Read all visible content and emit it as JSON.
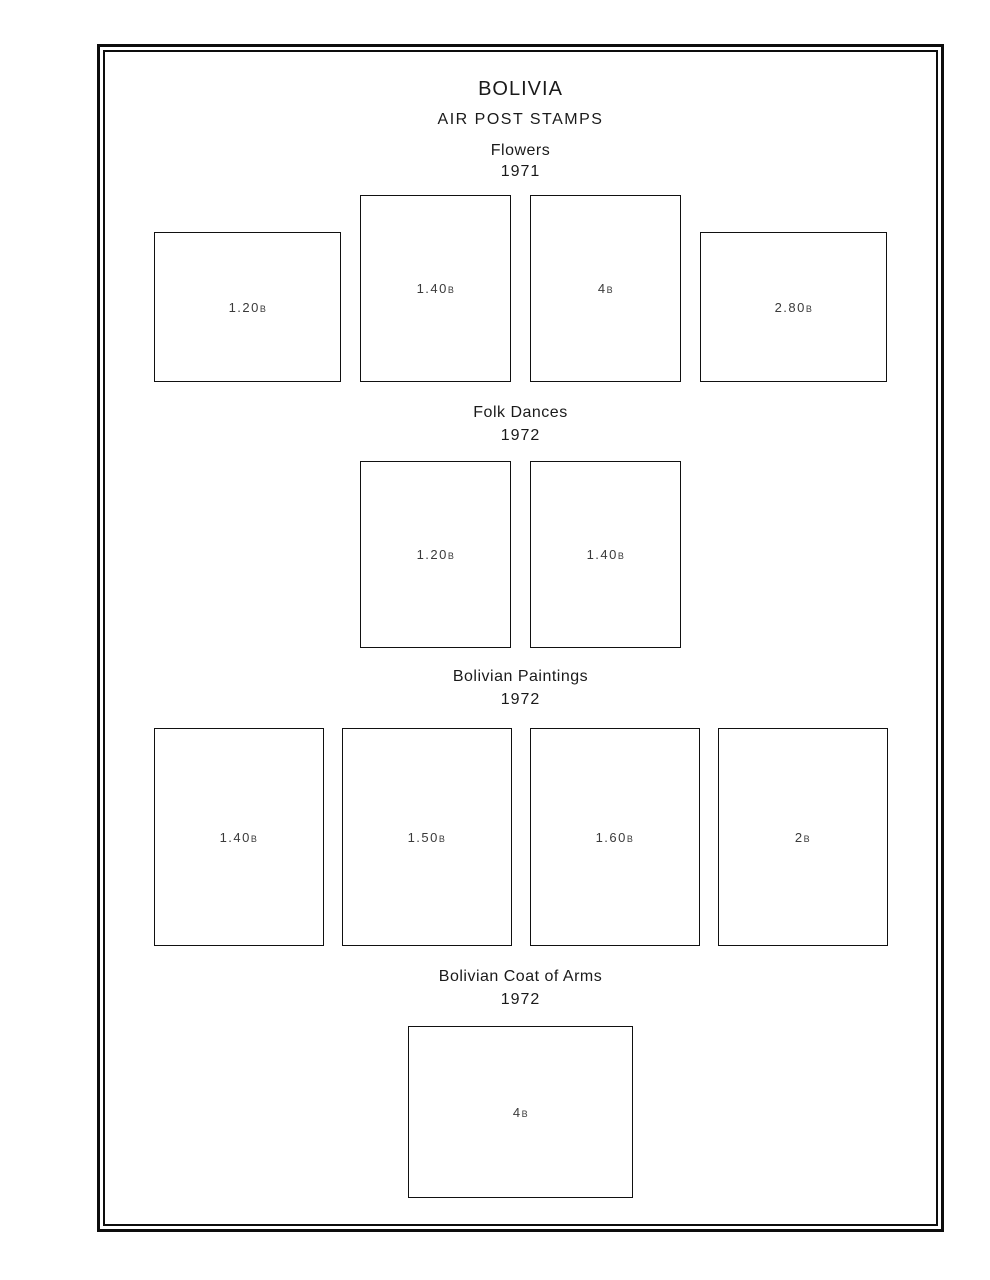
{
  "page": {
    "title": "BOLIVIA",
    "subtitle": "AIR POST STAMPS"
  },
  "sections": [
    {
      "title": "Flowers",
      "year": "1971",
      "stamps": [
        {
          "value": "1.20",
          "currency": "B"
        },
        {
          "value": "1.40",
          "currency": "B"
        },
        {
          "value": "4",
          "currency": "B"
        },
        {
          "value": "2.80",
          "currency": "B"
        }
      ]
    },
    {
      "title": "Folk Dances",
      "year": "1972",
      "stamps": [
        {
          "value": "1.20",
          "currency": "B"
        },
        {
          "value": "1.40",
          "currency": "B"
        }
      ]
    },
    {
      "title": "Bolivian Paintings",
      "year": "1972",
      "stamps": [
        {
          "value": "1.40",
          "currency": "B"
        },
        {
          "value": "1.50",
          "currency": "B"
        },
        {
          "value": "1.60",
          "currency": "B"
        },
        {
          "value": "2",
          "currency": "B"
        }
      ]
    },
    {
      "title": "Bolivian Coat of Arms",
      "year": "1972",
      "stamps": [
        {
          "value": "4",
          "currency": "B"
        }
      ]
    }
  ]
}
